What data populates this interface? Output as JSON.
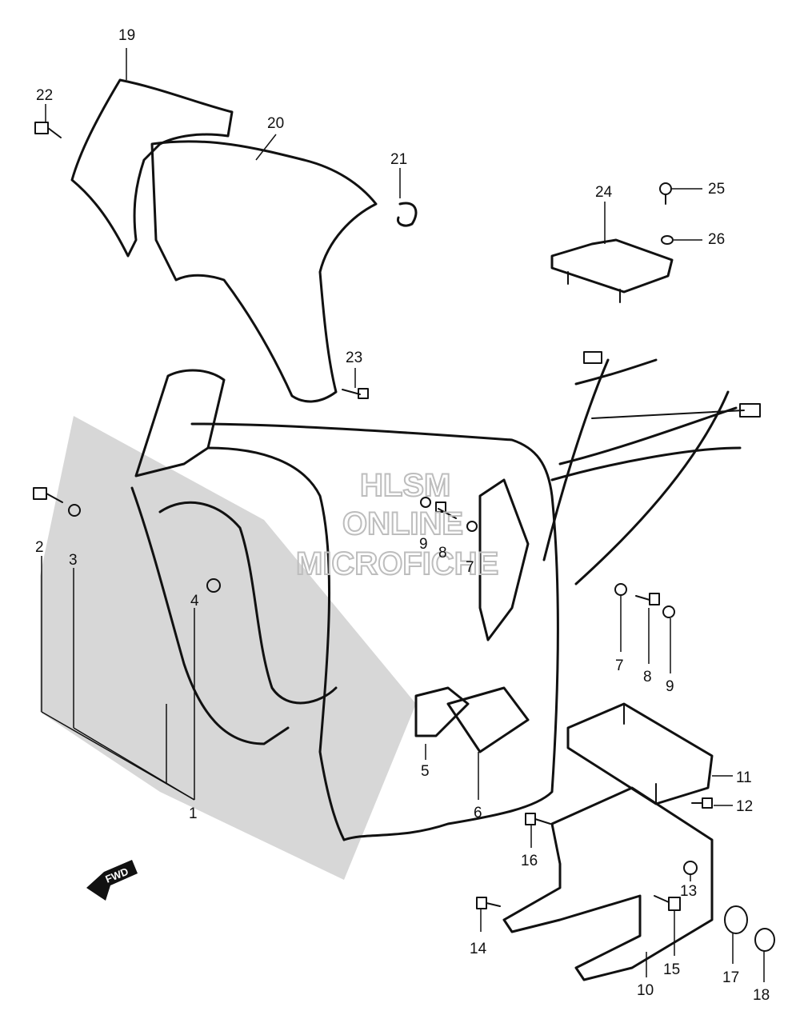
{
  "watermark": {
    "line1": "HLSM",
    "line2": "ONLINE",
    "line3": "MICROFICHE"
  },
  "direction_label": "FWD",
  "callouts": [
    "1",
    "2",
    "3",
    "4",
    "5",
    "6",
    "7",
    "7",
    "8",
    "8",
    "9",
    "9",
    "10",
    "11",
    "12",
    "13",
    "14",
    "15",
    "16",
    "17",
    "18",
    "19",
    "20",
    "21",
    "22",
    "23",
    "24",
    "25",
    "26"
  ]
}
